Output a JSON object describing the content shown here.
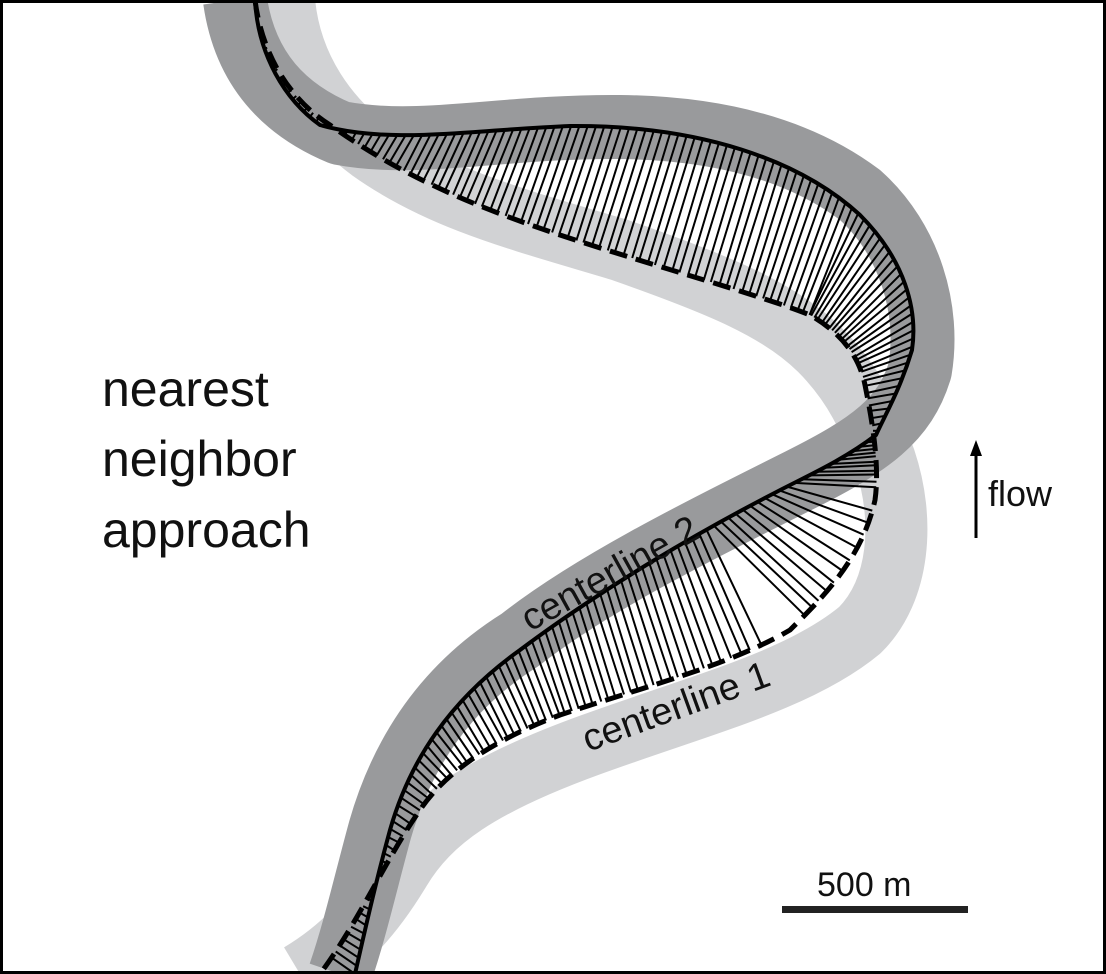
{
  "title_lines": [
    "nearest",
    "neighbor",
    "approach"
  ],
  "labels": {
    "centerline_2": "centerline 2",
    "centerline_1": "centerline 1",
    "flow": "flow",
    "scale_bar": "500 m"
  },
  "colors": {
    "channel_2_band": "#999a9c",
    "channel_1_band": "#d1d2d4",
    "centerline_2": "#000000",
    "centerline_1_dashes": "#000000",
    "connector_lines": "#000000"
  }
}
